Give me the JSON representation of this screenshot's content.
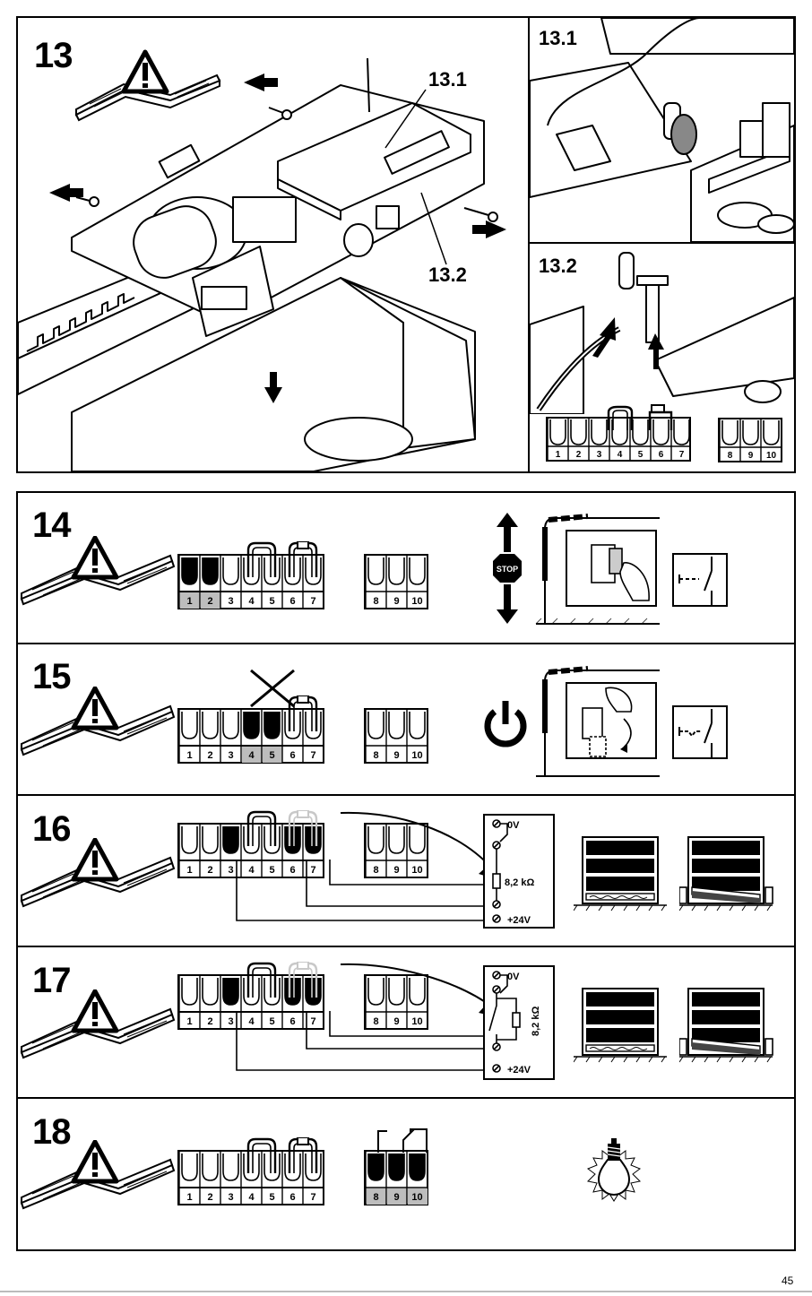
{
  "step13": {
    "number": "13",
    "callout_1": "13.1",
    "callout_2": "13.2"
  },
  "step13_1": {
    "number": "13.1"
  },
  "step13_2": {
    "number": "13.2"
  },
  "terminals_main": [
    "1",
    "2",
    "3",
    "4",
    "5",
    "6",
    "7"
  ],
  "terminals_aux": [
    "8",
    "9",
    "10"
  ],
  "step14": {
    "number": "14",
    "stop_label": "STOP"
  },
  "step15": {
    "number": "15"
  },
  "step16": {
    "number": "16",
    "v0": "0V",
    "resistor": "8,2 kΩ",
    "v24": "+24V"
  },
  "step17": {
    "number": "17",
    "v0": "0V",
    "resistor": "8,2 kΩ",
    "v24": "+24V"
  },
  "step18": {
    "number": "18"
  },
  "page_number": "45",
  "colors": {
    "ink": "#000000",
    "shade": "#bdbdbd",
    "gray_jumper": "#c8c8c8"
  }
}
